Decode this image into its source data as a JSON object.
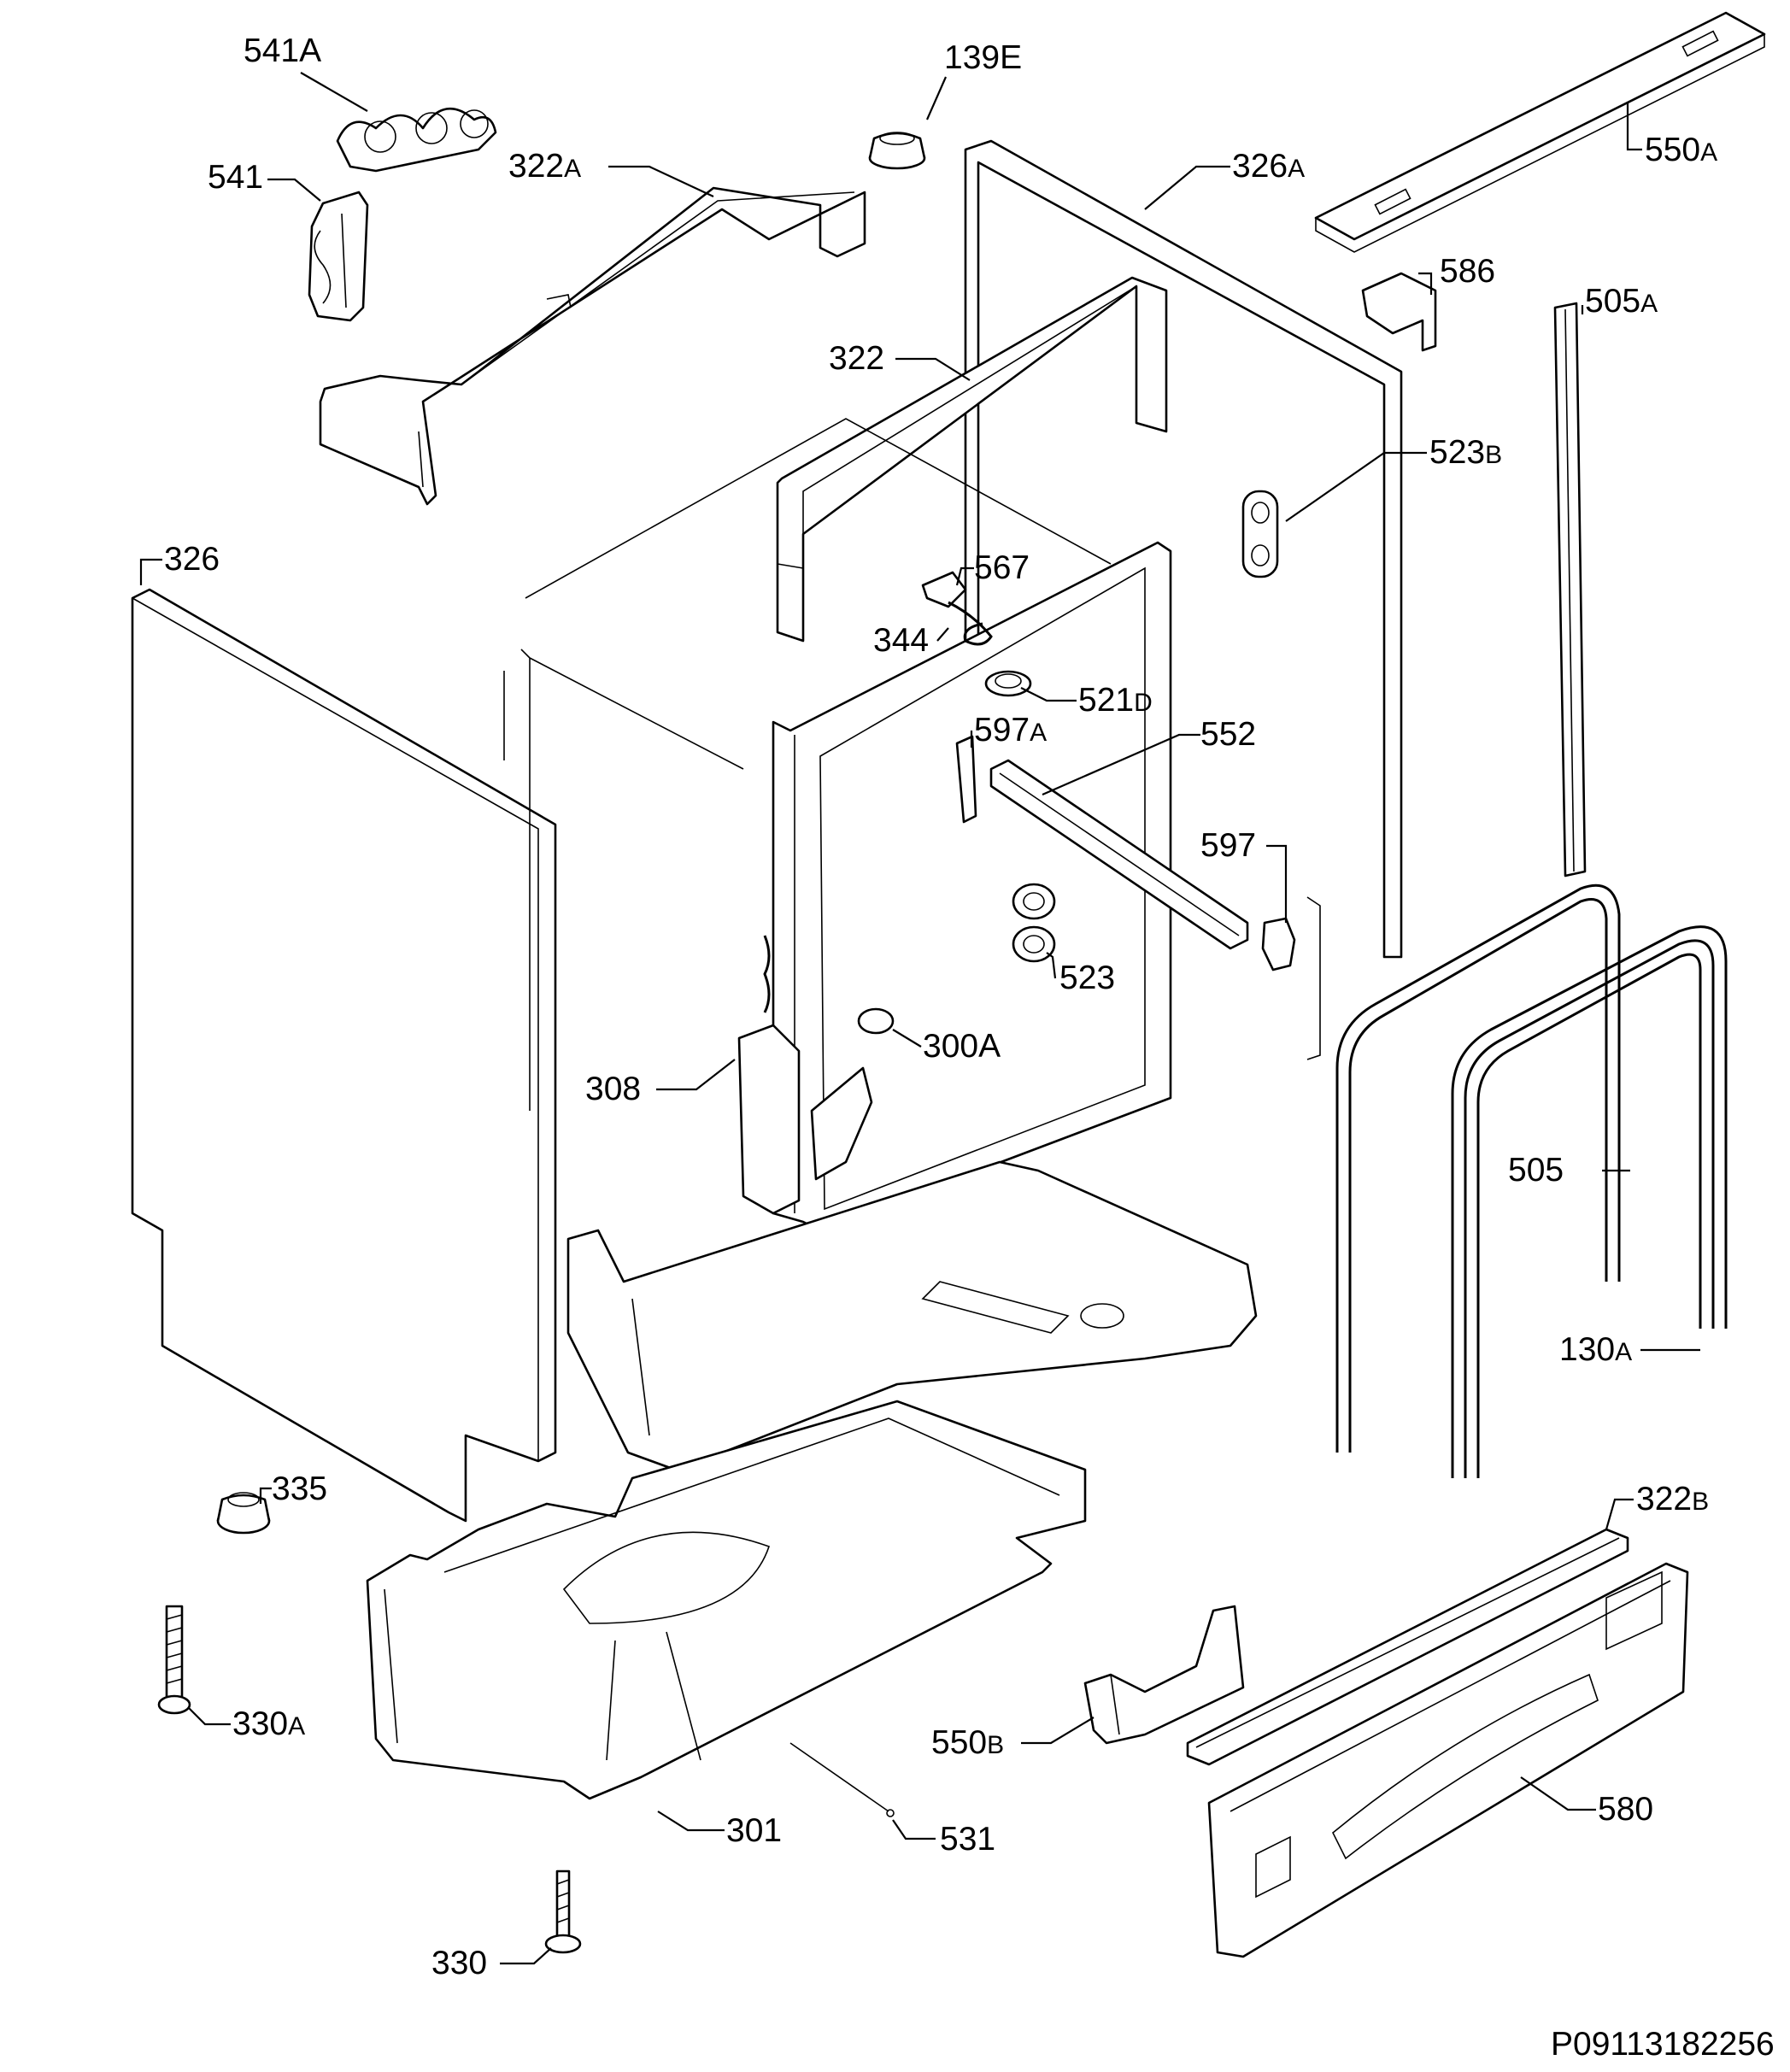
{
  "diagram": {
    "callouts": [
      {
        "id": "c-541a",
        "main": "541A",
        "sub": ""
      },
      {
        "id": "c-139e",
        "main": "139E",
        "sub": ""
      },
      {
        "id": "c-541",
        "main": "541",
        "sub": ""
      },
      {
        "id": "c-322a",
        "main": "322",
        "sub": "A"
      },
      {
        "id": "c-326a",
        "main": "326",
        "sub": "A"
      },
      {
        "id": "c-550a",
        "main": "550",
        "sub": "A"
      },
      {
        "id": "c-586",
        "main": "586",
        "sub": ""
      },
      {
        "id": "c-505a",
        "main": "505",
        "sub": "A"
      },
      {
        "id": "c-322",
        "main": "322",
        "sub": ""
      },
      {
        "id": "c-523b",
        "main": "523",
        "sub": "B"
      },
      {
        "id": "c-326",
        "main": "326",
        "sub": ""
      },
      {
        "id": "c-567",
        "main": "567",
        "sub": ""
      },
      {
        "id": "c-344",
        "main": "344",
        "sub": ""
      },
      {
        "id": "c-521d",
        "main": "521",
        "sub": "D"
      },
      {
        "id": "c-597a",
        "main": "597",
        "sub": "A"
      },
      {
        "id": "c-552",
        "main": "552",
        "sub": ""
      },
      {
        "id": "c-597",
        "main": "597",
        "sub": ""
      },
      {
        "id": "c-523",
        "main": "523",
        "sub": ""
      },
      {
        "id": "c-300a",
        "main": "300A",
        "sub": ""
      },
      {
        "id": "c-308",
        "main": "308",
        "sub": ""
      },
      {
        "id": "c-505",
        "main": "505",
        "sub": ""
      },
      {
        "id": "c-130a",
        "main": "130",
        "sub": "A"
      },
      {
        "id": "c-335",
        "main": "335",
        "sub": ""
      },
      {
        "id": "c-322b",
        "main": "322",
        "sub": "B"
      },
      {
        "id": "c-330a",
        "main": "330",
        "sub": "A"
      },
      {
        "id": "c-550b",
        "main": "550",
        "sub": "B"
      },
      {
        "id": "c-580",
        "main": "580",
        "sub": ""
      },
      {
        "id": "c-301",
        "main": "301",
        "sub": ""
      },
      {
        "id": "c-531",
        "main": "531",
        "sub": ""
      },
      {
        "id": "c-330",
        "main": "330",
        "sub": ""
      }
    ],
    "drawing_number": "P09113182256"
  }
}
